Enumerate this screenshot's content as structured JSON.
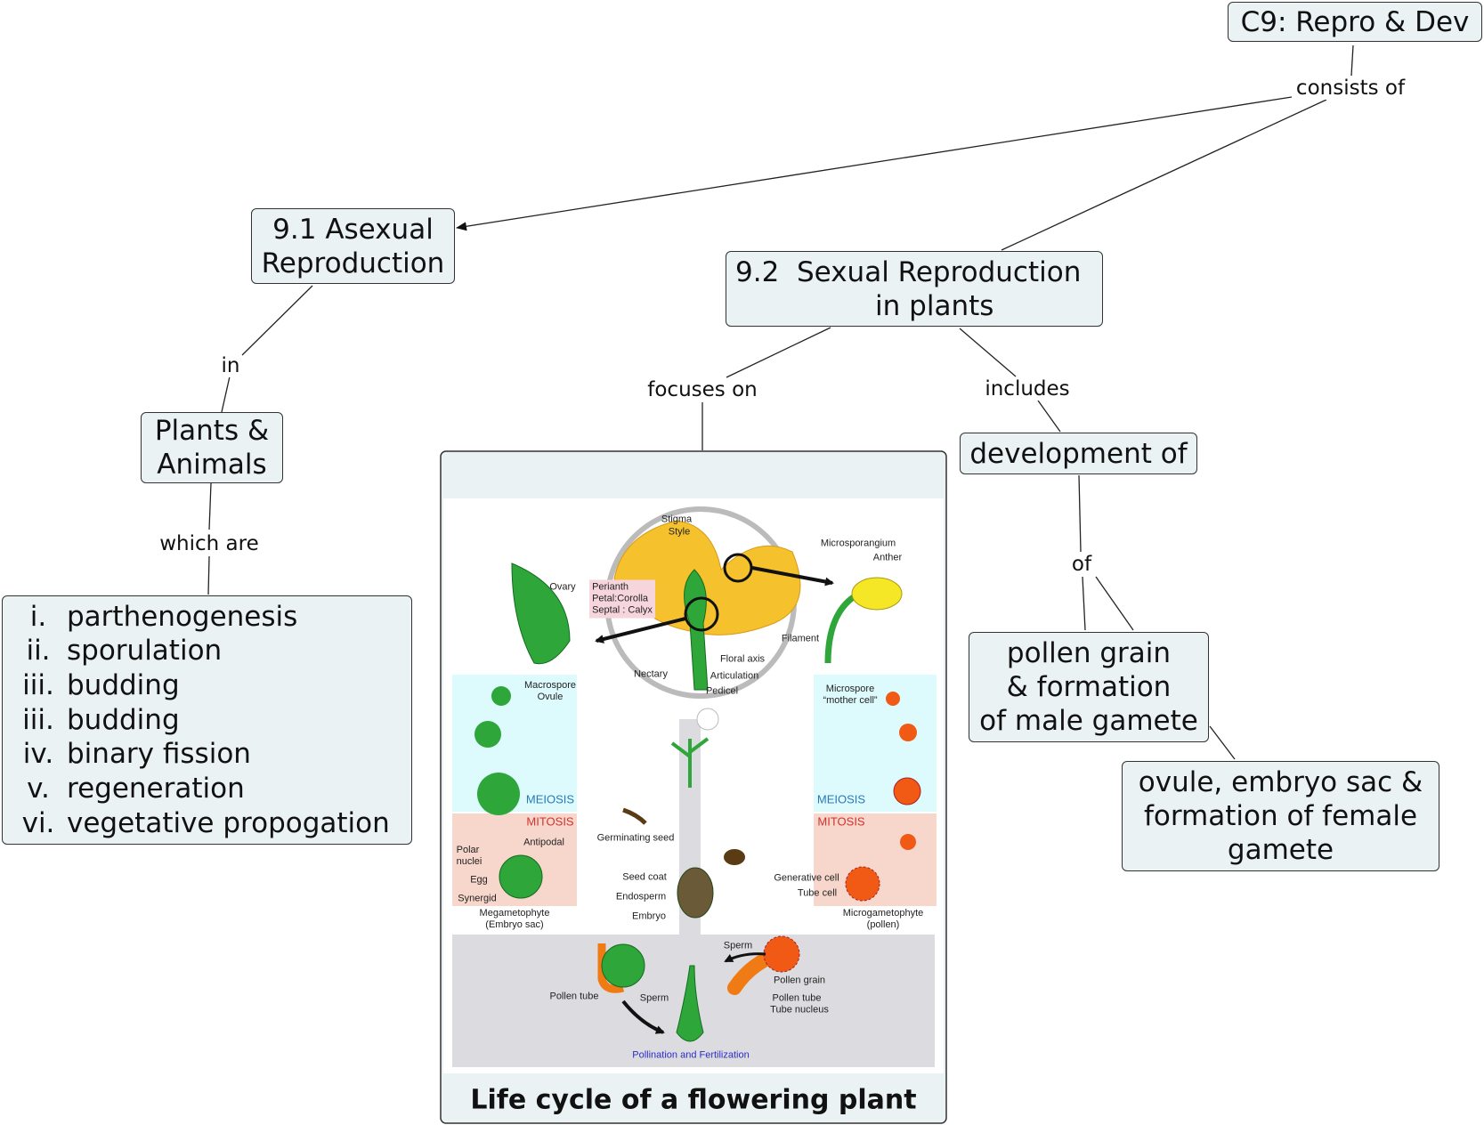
{
  "nodes": {
    "root": "C9: Repro & Dev",
    "asexual": "9.1 Asexual\nReproduction",
    "sexual": "9.2  Sexual Reproduction\n      in plants",
    "plants_animals": "Plants &\nAnimals",
    "development": "development of",
    "pollen": "pollen grain\n& formation\nof male gamete",
    "ovule": "ovule, embryo sac &\nformation of female\ngamete"
  },
  "links": {
    "consists_of": "consists of",
    "in": "in",
    "which_are": "which are",
    "focuses_on": "focuses on",
    "includes": "includes",
    "of": "of"
  },
  "asexual_list": [
    {
      "num": "i.",
      "text": "parthenogenesis"
    },
    {
      "num": "ii.",
      "text": "sporulation"
    },
    {
      "num": "iii.",
      "text": "budding"
    },
    {
      "num": "iii.",
      "text": "budding"
    },
    {
      "num": "iv.",
      "text": "binary fission"
    },
    {
      "num": "v.",
      "text": "regeneration"
    },
    {
      "num": "vi.",
      "text": "vegetative propogation"
    }
  ],
  "image_node": {
    "caption": "Life cycle of a flowering plant",
    "labels": {
      "stigma": "Stigma",
      "style": "Style",
      "microsporangium": "Microsporangium",
      "anther": "Anther",
      "ovary": "Ovary",
      "perianth": "Perianth\nPetal:Corolla\nSeptal : Calyx",
      "filament": "Filament",
      "floral_axis": "Floral axis",
      "articulation": "Articulation",
      "pedicel": "Pedicel",
      "nectary": "Nectary",
      "macrospore": "Macrospore\nOvule",
      "microspore": "Microspore\n“mother cell”",
      "meiosis_left": "MEIOSIS",
      "meiosis_right": "MEIOSIS",
      "mitosis_left": "MITOSIS",
      "mitosis_right": "MITOSIS",
      "germinating_seed": "Germinating seed",
      "polar_nuclei": "Polar\nnuclei",
      "antipodal": "Antipodal",
      "egg": "Egg",
      "synergid": "Synergid",
      "megametophyte": "Megametophyte\n(Embryo sac)",
      "seed_coat": "Seed coat",
      "endosperm": "Endosperm",
      "embryo": "Embryo",
      "generative_cell": "Generative cell",
      "tube_cell": "Tube cell",
      "microgametophyte": "Microgametophyte\n(pollen)",
      "sperm_right": "Sperm",
      "pollen_grain": "Pollen grain",
      "pollen_tube_right": "Pollen tube",
      "tube_nucleus": "Tube nucleus",
      "pollen_tube_left": "Pollen tube",
      "sperm_left": "Sperm",
      "pollination": "Pollination and Fertilization"
    }
  },
  "colors": {
    "node_fill": "#eaf2f4",
    "meiosis_panel": "#ddfbfd",
    "mitosis_panel": "#f7d6cc",
    "fertilization_panel": "#dcdce0",
    "meiosis_text": "#2a78b5",
    "mitosis_text": "#d0322e",
    "pollination_text": "#2b2bc8"
  }
}
